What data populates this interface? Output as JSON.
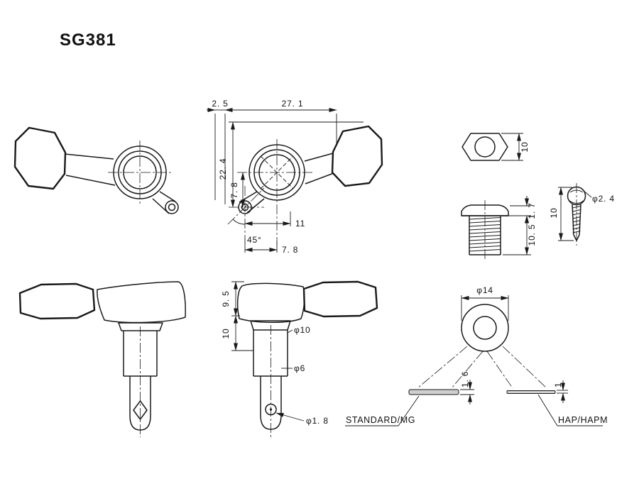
{
  "page": {
    "title": "SG381"
  },
  "colors": {
    "line": "#1a1a1a",
    "background": "#ffffff"
  },
  "top_view": {
    "dim_offset": "2. 5",
    "dim_overall_width": "27. 1",
    "dim_overall_height": "22. 4",
    "dim_center_to_hole_vertical": "7. 8",
    "dim_hole_angle": "45°",
    "dim_hole_to_post": "11",
    "dim_center_to_hole_horizontal": "7. 8"
  },
  "hex_nut": {
    "dim_across_flats": "10"
  },
  "bushing": {
    "dim_flange_height": "1. 7",
    "dim_thread_length": "10. 5"
  },
  "screw": {
    "dim_thread_diameter": "φ2. 4",
    "dim_length": "10"
  },
  "side_view": {
    "dim_button_height": "9. 5",
    "dim_housing_height": "10",
    "dim_bushing_diameter": "φ10",
    "dim_post_diameter": "φ6",
    "dim_string_hole_diameter": "φ1. 8"
  },
  "washer": {
    "dim_outer_diameter": "φ14",
    "dim_thickness_standard": "1. 6",
    "dim_thickness_hap": "1",
    "label_standard": "STANDARD/MG",
    "label_hap": "HAP/HAPM"
  }
}
